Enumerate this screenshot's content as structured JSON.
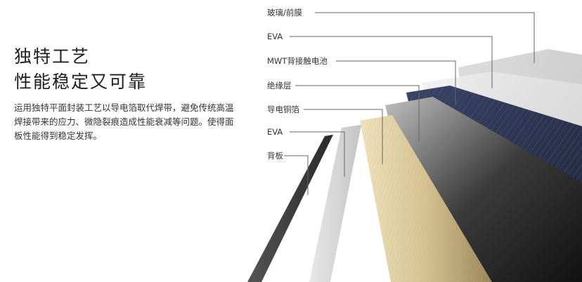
{
  "heading": {
    "line1": "独特工艺",
    "line2": "性能稳定又可靠"
  },
  "description": {
    "line1": "运用独特平面封装工艺以导电箔取代焊带，避免传统高温",
    "line2": "焊接带来的应力、微隐裂痕造成性能衰减等问题。使得面",
    "line3": "板性能得到稳定发挥。"
  },
  "layers": [
    {
      "label": "玻璃/前膜"
    },
    {
      "label": "EVA"
    },
    {
      "label": "MWT背接触电池"
    },
    {
      "label": "绝缘层"
    },
    {
      "label": "导电铜箔"
    },
    {
      "label": "EVA"
    },
    {
      "label": "背板"
    }
  ],
  "colors": {
    "glass": "#cfcfcf",
    "eva": "#e6e6e6",
    "cell": "#2c3454",
    "insulation": "#cccccc",
    "copper": "#d8c697",
    "backsheet": "#3a3a3a",
    "leader_line": "#666666"
  }
}
